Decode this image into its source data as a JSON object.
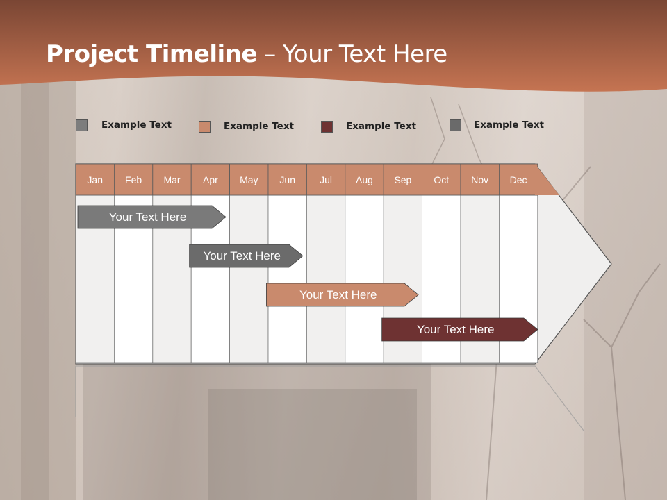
{
  "title": {
    "bold": "Project Timeline",
    "rest": " – Your Text Here"
  },
  "legend": [
    {
      "label": "Example Text",
      "color": "#7d7d7d"
    },
    {
      "label": "Example Text",
      "color": "#c98a6d"
    },
    {
      "label": "Example Text",
      "color": "#6e3232"
    },
    {
      "label": "Example Text",
      "color": "#6a6a6a"
    }
  ],
  "months": [
    "Jan",
    "Feb",
    "Mar",
    "Apr",
    "May",
    "Jun",
    "Jul",
    "Aug",
    "Sep",
    "Oct",
    "Nov",
    "Dec"
  ],
  "tasks": [
    {
      "label": "Your  Text Here",
      "start": 0,
      "end": 3.9,
      "color": "#7a7a7a"
    },
    {
      "label": "Your  Text Here",
      "start": 2.9,
      "end": 5.9,
      "color": "#6b6b6b"
    },
    {
      "label": "Your  Text Here",
      "start": 4.9,
      "end": 8.9,
      "color": "#c98a6d"
    },
    {
      "label": "Your  Text Here",
      "start": 7.9,
      "end": 12.0,
      "color": "#6e3232"
    }
  ],
  "colors": {
    "header": "#b5694a",
    "month_header": "#c98a6d"
  }
}
